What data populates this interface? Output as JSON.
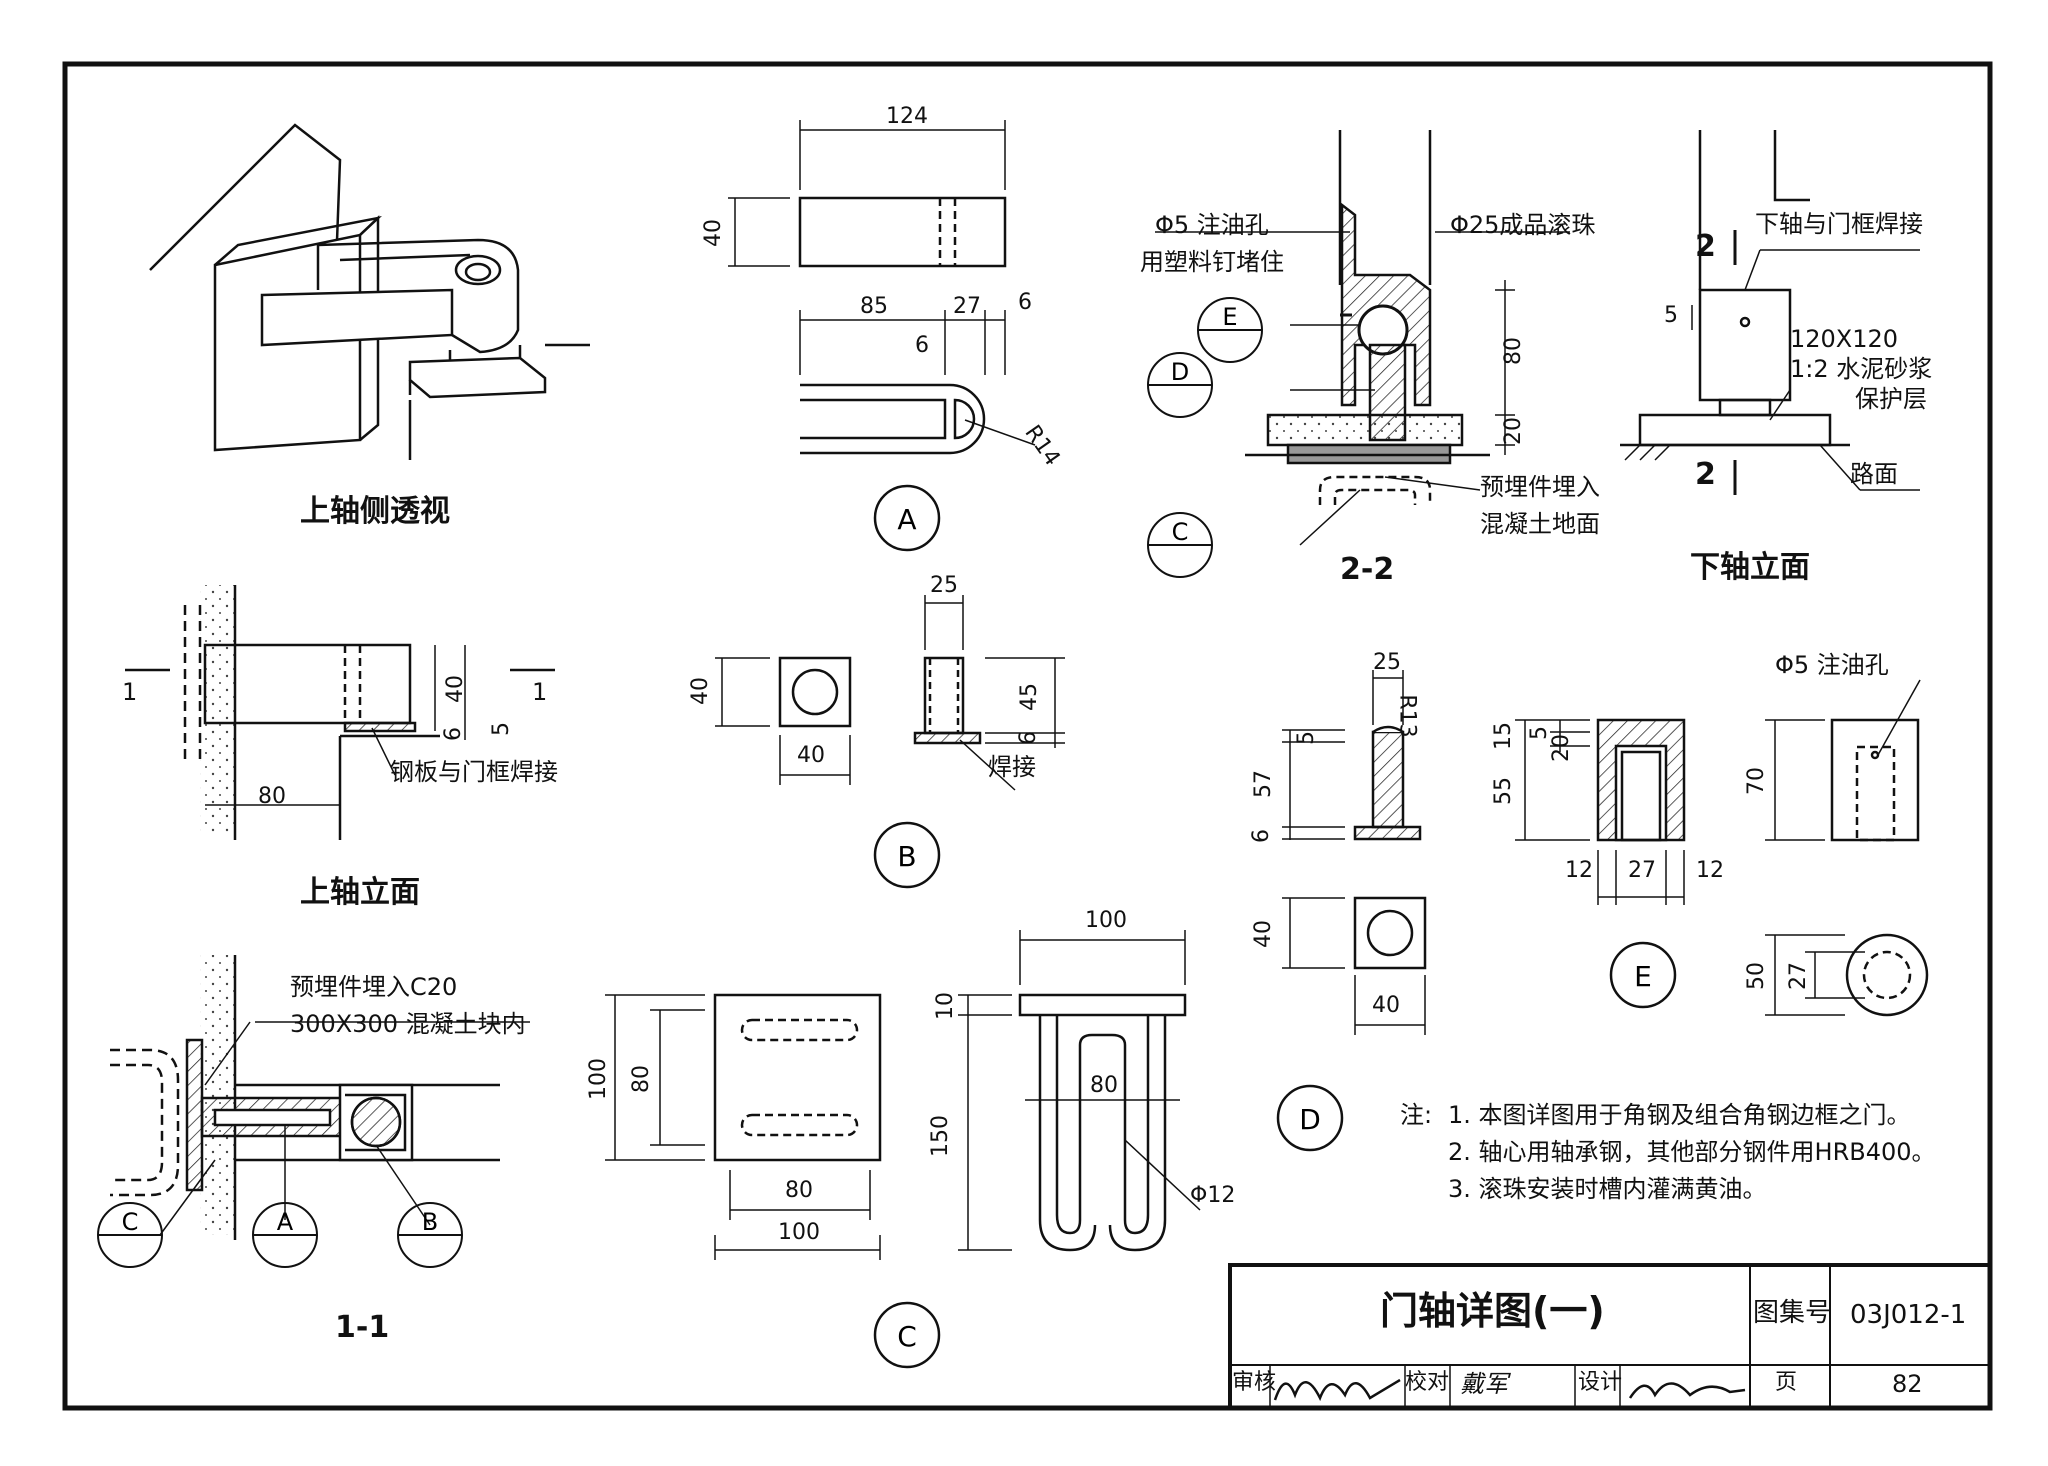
{
  "views": {
    "upper_axis_perspective": "上轴侧透视",
    "upper_axis_elevation": "上轴立面",
    "section_1_1": "1-1",
    "section_2_2": "2-2",
    "lower_axis_elevation": "下轴立面"
  },
  "detail_markers": {
    "A": "A",
    "B": "B",
    "C": "C",
    "D": "D",
    "E": "E"
  },
  "section_marks": {
    "one": "1",
    "two": "2"
  },
  "labels": {
    "steel_plate_weld": "钢板与门框焊接",
    "weld": "焊接",
    "oil_hole_5": "Φ5 注油孔",
    "plastic_nail": "用塑料钉堵住",
    "ball_25": "Φ25成品滚珠",
    "embed_concrete_ground_1": "预埋件埋入",
    "embed_concrete_ground_2": "混凝土地面",
    "lower_axis_weld": "下轴与门框焊接",
    "mortar_1": "120X120",
    "mortar_2": "1:2 水泥砂浆",
    "mortar_3": "保护层",
    "road_surface": "路面",
    "embed_c20_1": "预埋件埋入C20",
    "embed_c20_2": "300X300 混凝土块内",
    "oil_hole_5_e": "Φ5 注油孔",
    "r14": "R14",
    "r13": "R13",
    "dia12": "Φ12"
  },
  "dimensions": {
    "a_124": "124",
    "a_40": "40",
    "a_85": "85",
    "a_27": "27",
    "a_6a": "6",
    "a_6b": "6",
    "ue_40": "40",
    "ue_6": "6",
    "ue_5": "5",
    "ue_80": "80",
    "b_25": "25",
    "b_40h": "40",
    "b_40w": "40",
    "b_45": "45",
    "b_6": "6",
    "c_100top": "100",
    "c_100h": "100",
    "c_80h": "80",
    "c_80w": "80",
    "c_100w": "100",
    "c_10": "10",
    "c_150": "150",
    "c_80in": "80",
    "s22_80": "80",
    "s22_20": "20",
    "la_5": "5",
    "d_25": "25",
    "d_5": "5",
    "d_57": "57",
    "d_6": "6",
    "d_40h": "40",
    "d_40w": "40",
    "e_15": "15",
    "e_5": "5",
    "e_20": "20",
    "e_55": "55",
    "e_12a": "12",
    "e_27": "27",
    "e_12b": "12",
    "e_70": "70",
    "e_50": "50",
    "e_27v": "27"
  },
  "notes": {
    "prefix": "注:",
    "n1": "1. 本图详图用于角钢及组合角钢边框之门。",
    "n2": "2. 轴心用轴承钢，其他部分钢件用HRB400。",
    "n3": "3. 滚珠安装时槽内灌满黄油。"
  },
  "title_block": {
    "title": "门轴详图(一)",
    "atlas_label": "图集号",
    "atlas_no": "03J012-1",
    "review_label": "审核",
    "check_label": "校对",
    "design_label": "设计",
    "page_label": "页",
    "page_no": "82",
    "signature_review": "",
    "signature_check": "戴军",
    "signature_design": ""
  }
}
